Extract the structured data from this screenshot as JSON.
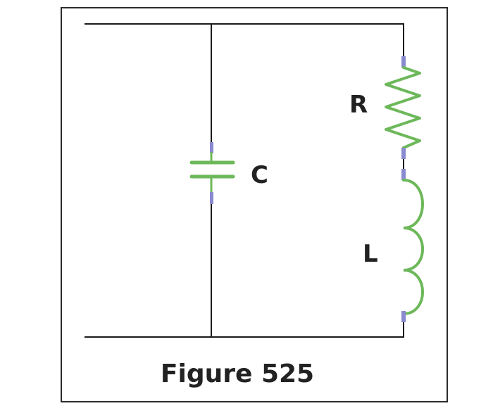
{
  "diagram": {
    "components": {
      "capacitor_label": "C",
      "resistor_label": "R",
      "inductor_label": "L"
    },
    "caption": "Figure 525",
    "colors": {
      "wire": "#1a1a1a",
      "component": "#6db85a",
      "terminal": "#8a8ad0",
      "frame": "#2b2b2b"
    }
  }
}
